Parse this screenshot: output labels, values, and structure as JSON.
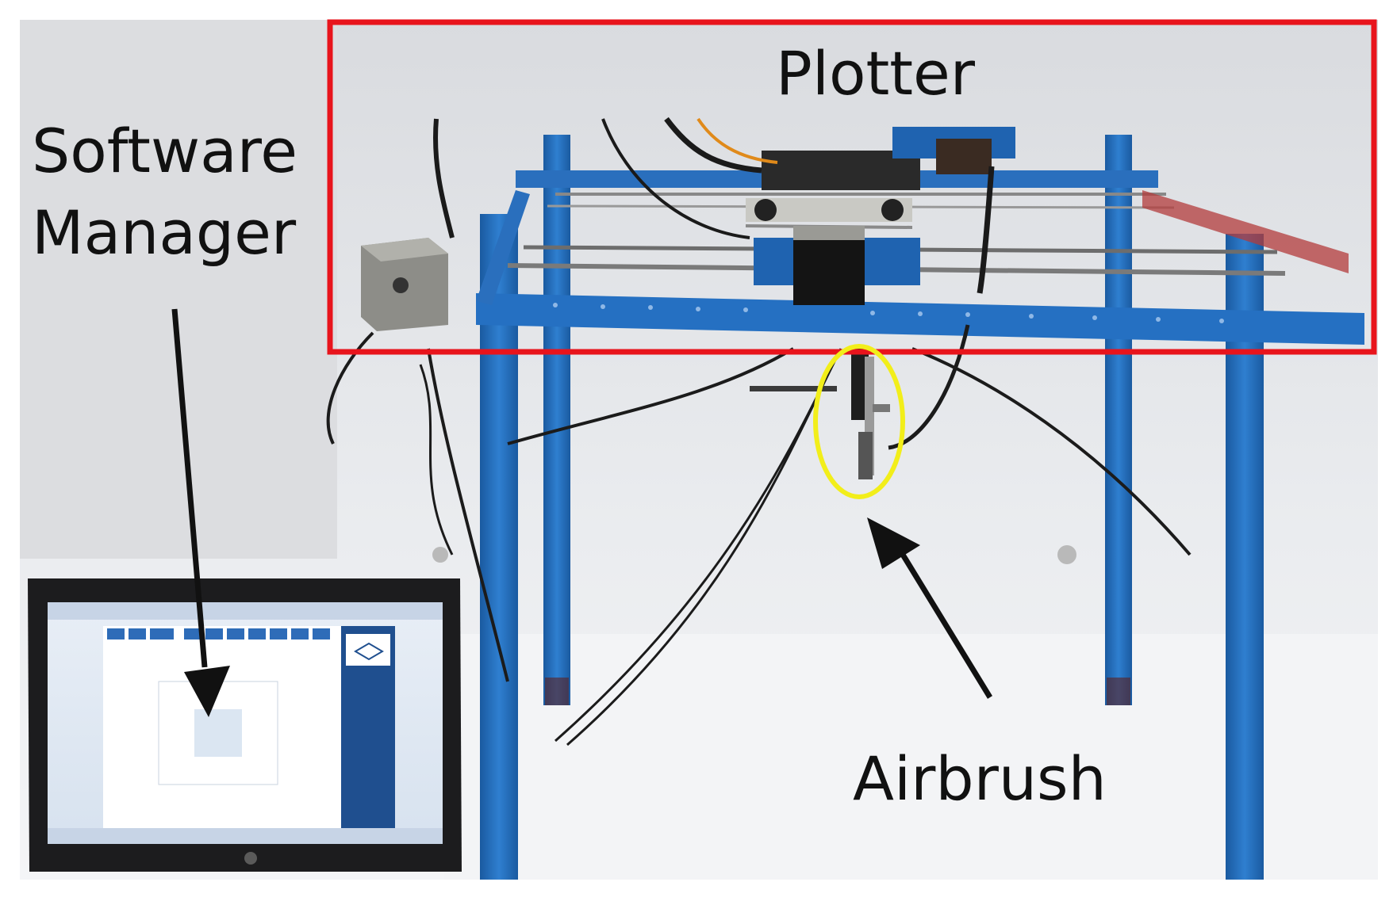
{
  "labels": {
    "plotter": "Plotter",
    "software_manager": [
      "Software",
      "Manager"
    ],
    "airbrush": "Airbrush"
  },
  "colors": {
    "plotter_box": "#e8141c",
    "airbrush_ring": "#f2ee1a",
    "frame_blue": "#1f6ab8",
    "arrow": "#111111"
  },
  "icons": {
    "laptop_brand": "hp-logo-icon"
  }
}
